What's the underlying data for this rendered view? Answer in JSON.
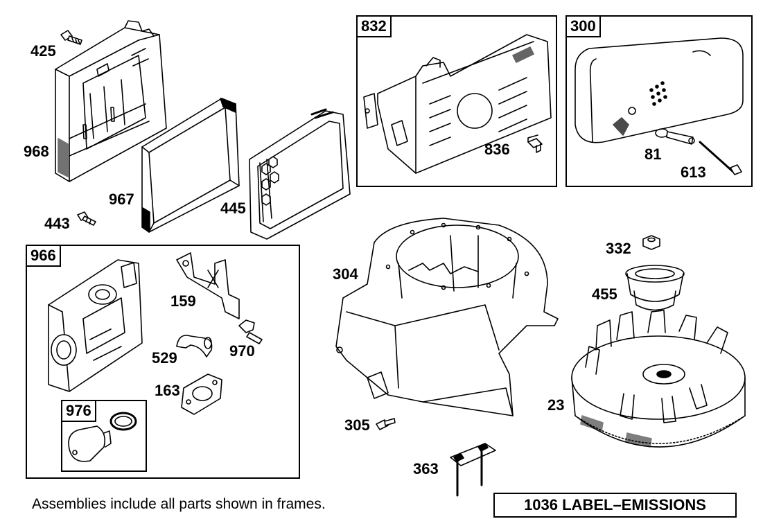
{
  "frames": {
    "f832": "832",
    "f300": "300",
    "f966": "966",
    "f976": "976"
  },
  "callouts": {
    "p425": "425",
    "p968": "968",
    "p967": "967",
    "p443": "443",
    "p445": "445",
    "p836": "836",
    "p81": "81",
    "p613": "613",
    "p304": "304",
    "p332": "332",
    "p455": "455",
    "p159": "159",
    "p529": "529",
    "p970": "970",
    "p163": "163",
    "p305": "305",
    "p363": "363",
    "p23": "23"
  },
  "footnote": "Assemblies include all parts shown in frames.",
  "label_box": "1036 LABEL–EMISSIONS"
}
